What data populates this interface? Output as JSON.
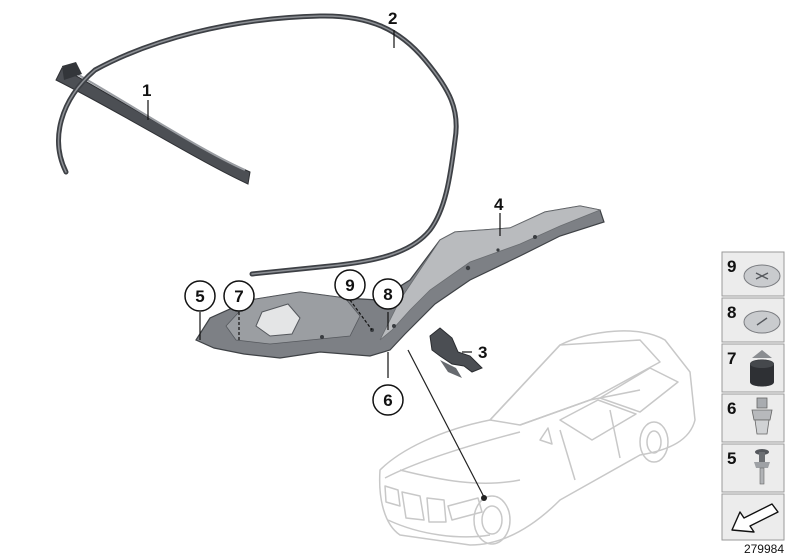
{
  "callouts": {
    "c1": "1",
    "c2": "2",
    "c3": "3",
    "c4": "4",
    "c5": "5",
    "c6": "6",
    "c7": "7",
    "c8": "8",
    "c9": "9"
  },
  "legend": {
    "n9": "9",
    "n8": "8",
    "n7": "7",
    "n6": "6",
    "n5": "5"
  },
  "reference_code": "279984",
  "colors": {
    "part_dark": "#55585d",
    "part_mid": "#8e9196",
    "part_light": "#c4c6c9",
    "car_outline": "#c8c8c8",
    "legend_box_bg": "#ececec",
    "legend_box_border": "#9a9a9a"
  }
}
